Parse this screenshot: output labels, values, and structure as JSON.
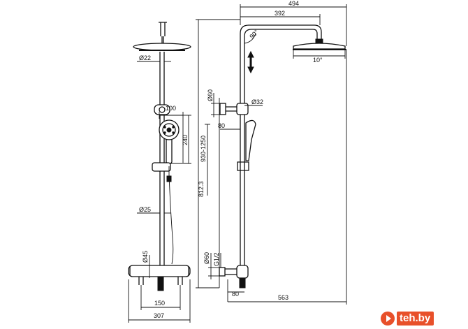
{
  "dimensions": {
    "left_view": {
      "head_pipe_dia": "Ø22",
      "handshower_width": "100",
      "handshower_length": "240",
      "riser_dia": "Ø25",
      "bar_height": "Ø45",
      "bar_center_distance": "150",
      "bar_width": "307"
    },
    "right_view": {
      "arm_total": "494",
      "arm_reach": "392",
      "arm_angle": "90°",
      "head_tilt": "10°",
      "holder_dia": "Ø60",
      "slider_dia": "Ø32",
      "holder_offset": "80",
      "height_range": "930-1250",
      "riser_length": "812.3",
      "inlet_dia": "Ø60",
      "inlet_thread": "G1/2",
      "wall_offset": "80",
      "total_depth": "563"
    }
  },
  "watermark": {
    "text": "teh.by",
    "color": "#e8502a"
  }
}
